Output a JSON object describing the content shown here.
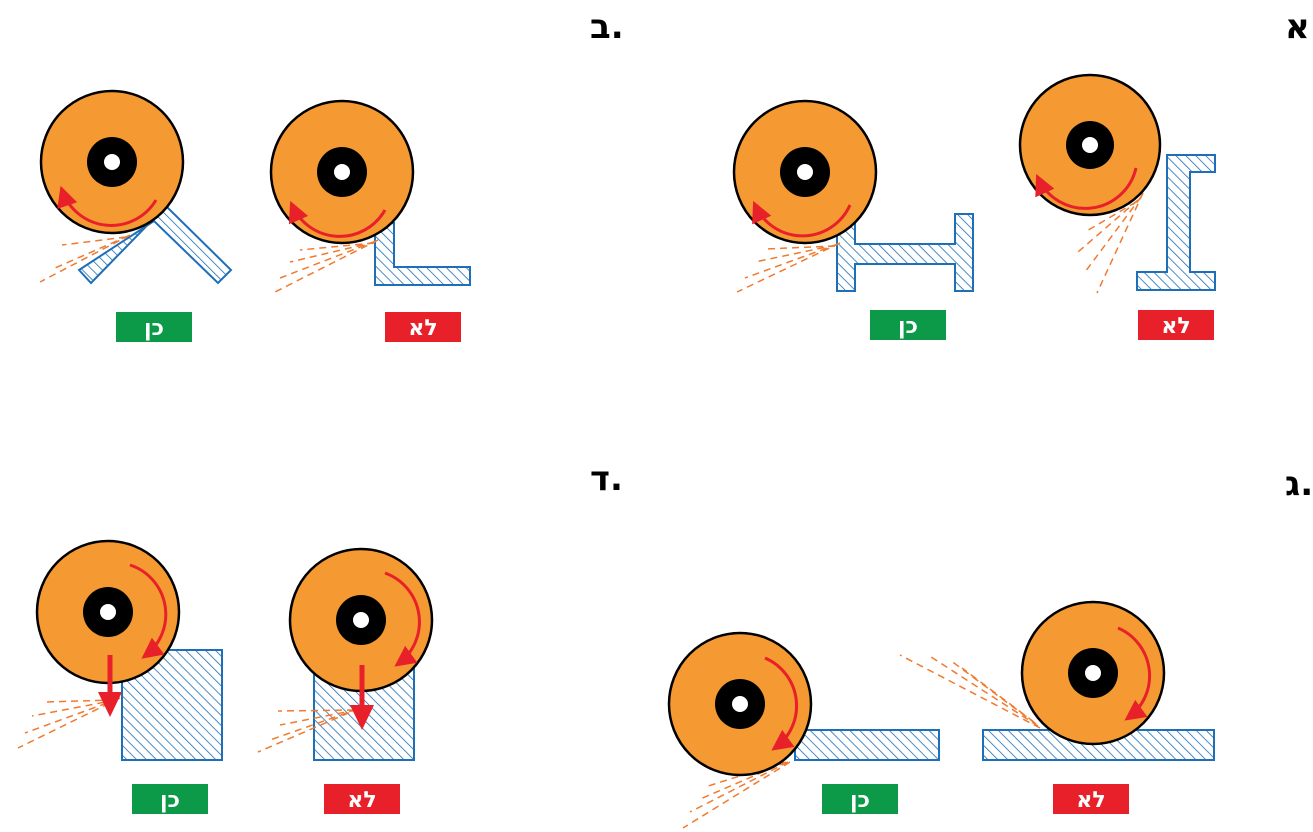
{
  "sections": [
    {
      "id": "a",
      "label": "א."
    },
    {
      "id": "b",
      "label": "ב."
    },
    {
      "id": "c",
      "label": "ג."
    },
    {
      "id": "d",
      "label": "ד."
    }
  ],
  "badges": {
    "yes": "כן",
    "no": "לא"
  },
  "colors": {
    "disc": "#f59a32",
    "arrow": "#e8202a",
    "workpiece": "#1e6fb8",
    "sparks": "#f07a30",
    "yes_badge": "#0c9a48",
    "no_badge": "#e8202a"
  }
}
